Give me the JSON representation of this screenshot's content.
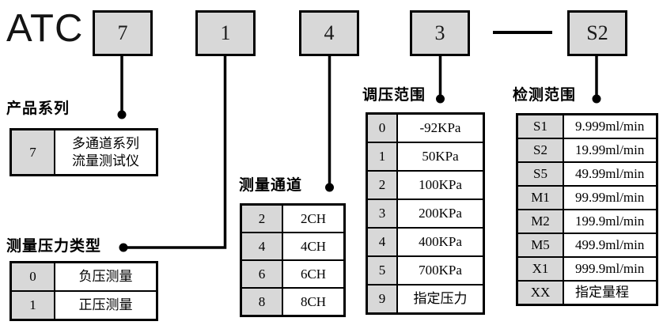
{
  "model_code": {
    "prefix": "ATC",
    "segments": [
      "7",
      "1",
      "4",
      "3",
      "S2"
    ]
  },
  "groups": [
    {
      "label": "产品系列",
      "rows": [
        {
          "key": "7",
          "value": "多通道系列\n流量测试仪"
        }
      ]
    },
    {
      "label": "测量压力类型",
      "rows": [
        {
          "key": "0",
          "value": "负压测量"
        },
        {
          "key": "1",
          "value": "正压测量"
        }
      ]
    },
    {
      "label": "测量通道",
      "rows": [
        {
          "key": "2",
          "value": "2CH"
        },
        {
          "key": "4",
          "value": "4CH"
        },
        {
          "key": "6",
          "value": "6CH"
        },
        {
          "key": "8",
          "value": "8CH"
        }
      ]
    },
    {
      "label": "调压范围",
      "rows": [
        {
          "key": "0",
          "value": "-92KPa"
        },
        {
          "key": "1",
          "value": "50KPa"
        },
        {
          "key": "2",
          "value": "100KPa"
        },
        {
          "key": "3",
          "value": "200KPa"
        },
        {
          "key": "4",
          "value": "400KPa"
        },
        {
          "key": "5",
          "value": "700KPa"
        },
        {
          "key": "9",
          "value": "指定压力"
        }
      ]
    },
    {
      "label": "检测范围",
      "rows": [
        {
          "key": "S1",
          "value": "9.999ml/min"
        },
        {
          "key": "S2",
          "value": "19.99ml/min"
        },
        {
          "key": "S5",
          "value": "49.99ml/min"
        },
        {
          "key": "M1",
          "value": "99.99ml/min"
        },
        {
          "key": "M2",
          "value": "199.9ml/min"
        },
        {
          "key": "M5",
          "value": "499.9ml/min"
        },
        {
          "key": "X1",
          "value": "999.9ml/min"
        },
        {
          "key": "XX",
          "value": "指定量程"
        }
      ]
    }
  ],
  "colors": {
    "box_fill": "#d8d8d8",
    "line": "#000000",
    "background": "#ffffff"
  }
}
